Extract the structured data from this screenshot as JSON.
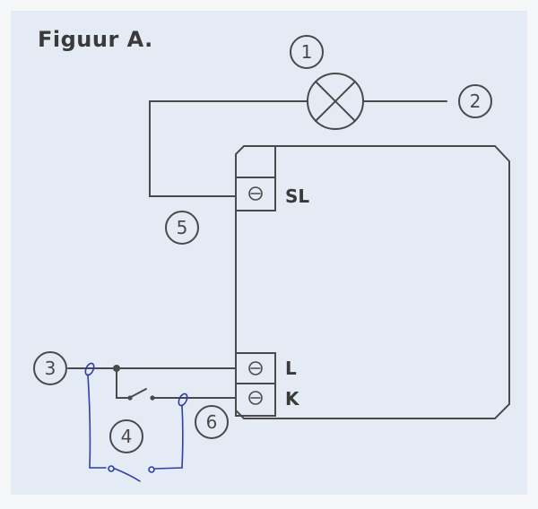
{
  "figure": {
    "title": "Figuur A.",
    "callouts": {
      "c1": "1",
      "c2": "2",
      "c3": "3",
      "c4": "4",
      "c5": "5",
      "c6": "6"
    },
    "terminals": {
      "sl": "SL",
      "l": "L",
      "k": "K"
    }
  },
  "colors": {
    "background": "#e4ebf5",
    "line": "#4a4a4a",
    "pen_annotation": "#2d3fa8"
  }
}
